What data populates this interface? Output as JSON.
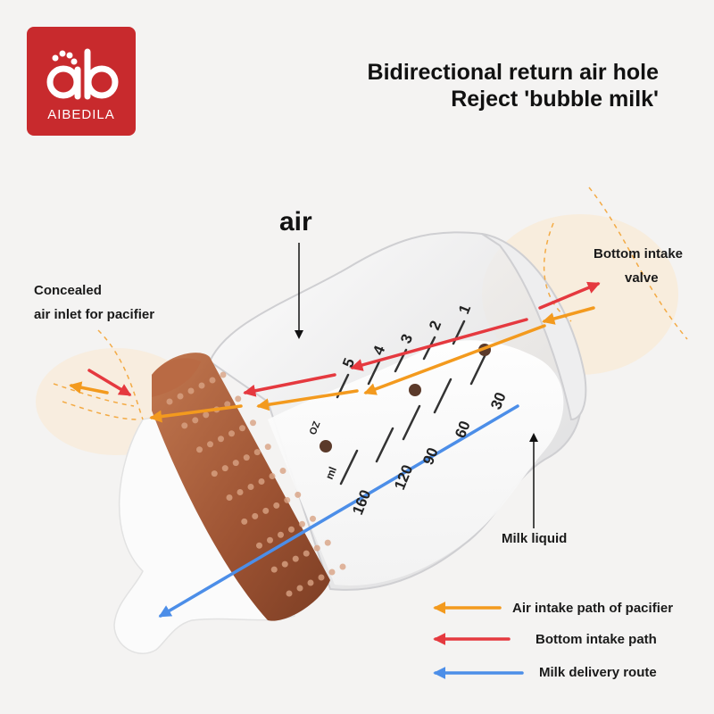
{
  "brand": {
    "logo_mark": "ab",
    "name": "AIBEDILA",
    "color": "#c82a2d"
  },
  "headline": {
    "line1": "Bidirectional return air hole",
    "line2": "Reject 'bubble milk'"
  },
  "callouts": {
    "air": "air",
    "bottom_intake_valve_line1": "Bottom intake",
    "bottom_intake_valve_line2": "valve",
    "concealed_line1": "Concealed",
    "concealed_line2": "air inlet for pacifier",
    "milk_liquid": "Milk liquid"
  },
  "scale": {
    "oz_marks": [
      "1",
      "2",
      "3",
      "4",
      "5"
    ],
    "ml_marks": [
      "30",
      "60",
      "90",
      "120",
      "160"
    ],
    "oz_unit": "OZ",
    "ml_unit": "ml"
  },
  "legend": [
    {
      "label": "Air intake path of pacifier",
      "color": "#f39a1e",
      "icon": "orange-arrow-icon"
    },
    {
      "label": "Bottom intake path",
      "color": "#e5393f",
      "icon": "red-arrow-icon"
    },
    {
      "label": "Milk delivery route",
      "color": "#4c8ee8",
      "icon": "blue-arrow-icon"
    }
  ],
  "colors": {
    "collar": "#a85a38",
    "air_path": "#f39a1e",
    "bottom_path": "#e5393f",
    "milk_path": "#4c8ee8"
  }
}
